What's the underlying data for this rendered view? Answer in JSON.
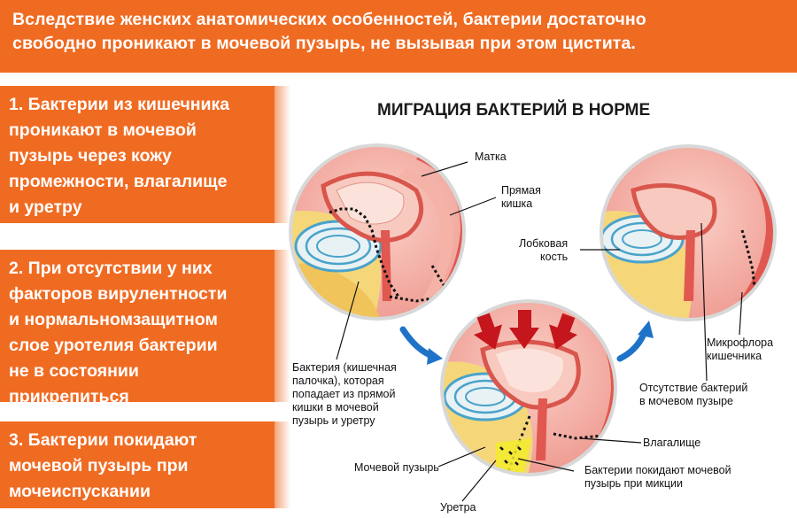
{
  "header": {
    "lines": [
      "Вследствие женских анатомических особенностей, бактерии достаточно",
      "свободно проникают в мочевой пузырь, не вызывая при этом цистита."
    ]
  },
  "panels": [
    {
      "lines": [
        "1. Бактерии из кишечника",
        "проникают в мочевой",
        "пузырь через кожу",
        "промежности, влагалище",
        "и уретру"
      ]
    },
    {
      "lines": [
        "2. При отсутствии у них",
        "факторов вирулентности",
        "и нормальномзащитном",
        "слое уротелия бактерии",
        "не в состоянии",
        "прикрепиться"
      ]
    },
    {
      "lines": [
        "3. Бактерии покидают",
        "мочевой пузырь при",
        "мочеиспускании"
      ]
    }
  ],
  "diagram": {
    "title": "МИГРАЦИЯ БАКТЕРИЙ В НОРМЕ",
    "labels": {
      "uterus": [
        "Матка"
      ],
      "rectum": [
        "Прямая",
        "кишка"
      ],
      "pubic_bone": [
        "Лобковая",
        "кость"
      ],
      "microflora": [
        "Микрофлора",
        "кишечника"
      ],
      "no_bacteria": [
        "Отсутствие бактерий",
        "в мочевом пузыре"
      ],
      "bacterium": [
        "Бактерия (кишечная",
        "палочка), которая",
        "попадает из прямой",
        "кишки в мочевой",
        "пузырь и уретру"
      ],
      "vagina": [
        "Влагалище"
      ],
      "bladder": [
        "Мочевой пузырь"
      ],
      "bacteria_leave": [
        "Бактерии покидают мочевой",
        "пузырь при микции"
      ],
      "urethra": [
        "Уретра"
      ]
    },
    "colors": {
      "orange": "#f06b22",
      "tissue_pink": "#f3a7a0",
      "muscle_red": "#e0584f",
      "fat_yellow": "#f5d77a",
      "bone_blue": "#4aa3c9",
      "arrow_blue": "#1e73c8",
      "arrow_red": "#c4161c",
      "bacteria": "#111111",
      "urine_yellow": "#f2ec2a"
    },
    "icons": [
      "circle-cross-section",
      "blue-curved-arrow",
      "red-down-arrow"
    ]
  }
}
